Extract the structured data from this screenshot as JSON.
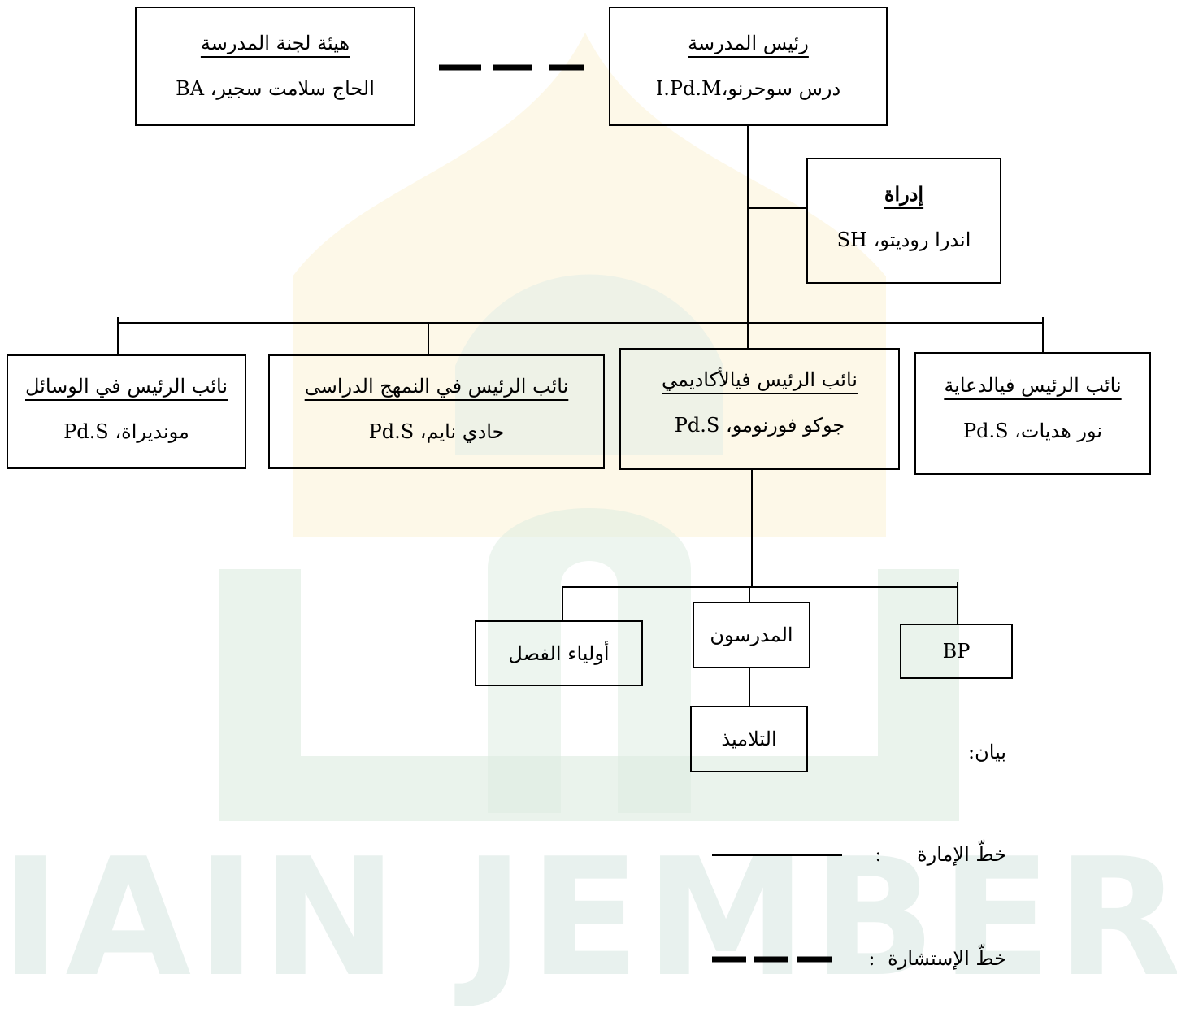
{
  "watermark": {
    "text": "IAIN JEMBER"
  },
  "nodes": {
    "headmaster": {
      "title": "رئيس المدرسة",
      "name": "درس سوحرنو،I.Pd.M"
    },
    "committee": {
      "title": "هيئة لجنة المدرسة",
      "name": "الحاج سلامت سجير، BA"
    },
    "administration": {
      "title": "إدراة",
      "name": "اندرا روديتو، SH"
    },
    "vp_media": {
      "title": "نائب الرئيس في الوسائل",
      "name": "مونديراة، Pd.S"
    },
    "vp_curriculum": {
      "title": "نائب الرئيس في النمهج الدراسى",
      "name": "حادي نايم، Pd.S"
    },
    "vp_academic": {
      "title": "نائب الرئيس فيالأكاديمي",
      "name": "جوكو فورنومو، Pd.S"
    },
    "vp_dawah": {
      "title": "نائب الرئيس فيالدعاية",
      "name": "نور هديات، Pd.S"
    },
    "homeroom": {
      "label": "أولياء الفصل"
    },
    "teachers": {
      "label": "المدرسون"
    },
    "bp": {
      "label": "BP"
    },
    "students": {
      "label": "التلاميذ"
    }
  },
  "legend": {
    "heading": "بيان:",
    "command_line": "خطّ الإمارة",
    "command_sep": ":",
    "consult_line": "خطّ الإستشارة",
    "consult_sep": ":"
  },
  "colors": {
    "line": "#000000",
    "watermark_green": "#cfe3d8",
    "watermark_gold": "#fbf3d5"
  }
}
